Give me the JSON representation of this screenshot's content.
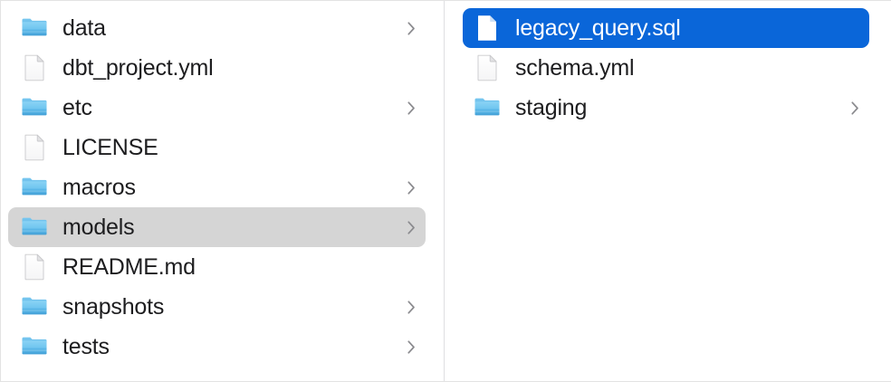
{
  "window": {
    "title": "Finder",
    "view": "column-view",
    "background_color": "#ffffff",
    "divider_color": "#dfdfe1",
    "selection_blue": "#0a66d9",
    "selection_gray": "#d5d5d5",
    "text_color": "#1d1d1f",
    "selected_text_color": "#ffffff",
    "chevron_color": "#8a8a8e"
  },
  "columns": [
    {
      "name": "column-left",
      "items": [
        {
          "label": "data",
          "kind": "folder",
          "icon": "folder-icon",
          "has_chevron": true,
          "state": "normal"
        },
        {
          "label": "dbt_project.yml",
          "kind": "file",
          "icon": "document-icon",
          "has_chevron": false,
          "state": "normal"
        },
        {
          "label": "etc",
          "kind": "folder",
          "icon": "folder-icon",
          "has_chevron": true,
          "state": "normal"
        },
        {
          "label": "LICENSE",
          "kind": "file",
          "icon": "document-icon",
          "has_chevron": false,
          "state": "normal"
        },
        {
          "label": "macros",
          "kind": "folder",
          "icon": "folder-icon",
          "has_chevron": true,
          "state": "normal"
        },
        {
          "label": "models",
          "kind": "folder",
          "icon": "folder-icon",
          "has_chevron": true,
          "state": "selected-gray"
        },
        {
          "label": "README.md",
          "kind": "file",
          "icon": "document-icon",
          "has_chevron": false,
          "state": "normal"
        },
        {
          "label": "snapshots",
          "kind": "folder",
          "icon": "folder-icon",
          "has_chevron": true,
          "state": "normal"
        },
        {
          "label": "tests",
          "kind": "folder",
          "icon": "folder-icon",
          "has_chevron": true,
          "state": "normal"
        }
      ]
    },
    {
      "name": "column-right",
      "items": [
        {
          "label": "legacy_query.sql",
          "kind": "file",
          "icon": "document-icon",
          "has_chevron": false,
          "state": "selected-blue"
        },
        {
          "label": "schema.yml",
          "kind": "file",
          "icon": "document-icon",
          "has_chevron": false,
          "state": "normal"
        },
        {
          "label": "staging",
          "kind": "folder",
          "icon": "folder-icon",
          "has_chevron": true,
          "state": "normal"
        }
      ]
    }
  ]
}
